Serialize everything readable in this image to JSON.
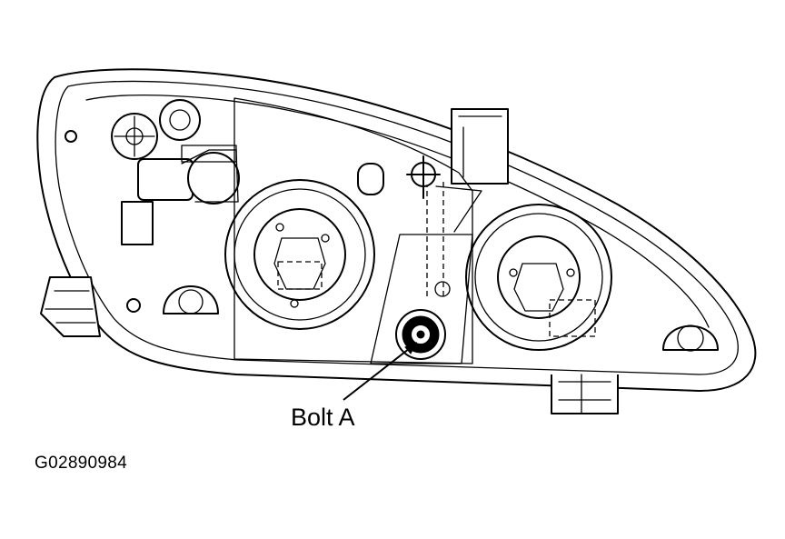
{
  "diagram": {
    "subject": "headlamp-assembly-rear-view",
    "callouts": [
      {
        "label": "Bolt A"
      }
    ],
    "figure_id": "G02890984",
    "colors": {
      "line": "#000000",
      "background": "#ffffff"
    }
  }
}
